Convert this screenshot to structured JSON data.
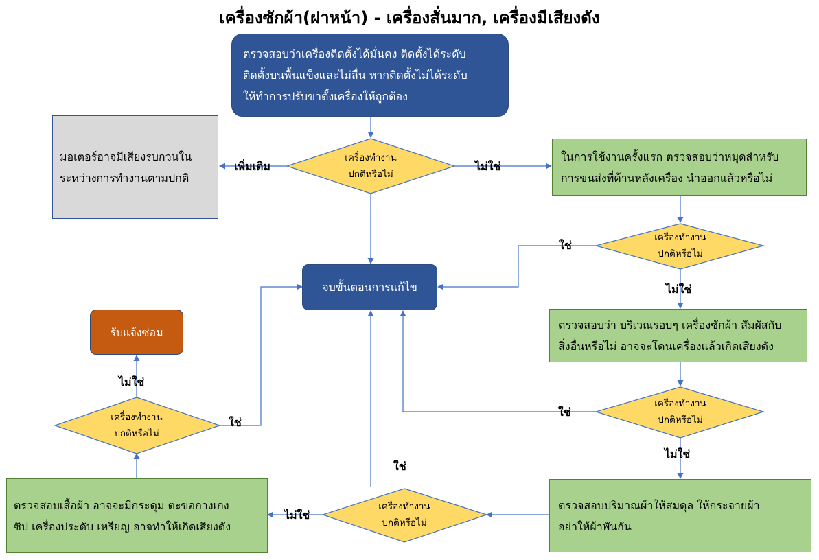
{
  "title": "เครื่องซักผ้า(ฝาหน้า) - เครื่องสั่นมาก, เครื่องมีเสียงดัง",
  "colors": {
    "blue_box": "#2f5597",
    "green_box": "#a9d18e",
    "gray_box": "#d9d9d9",
    "orange_box": "#c55a11",
    "diamond": "#ffd966",
    "connector": "#4472c4"
  },
  "nodes": {
    "start": {
      "lines": [
        "ตรวจสอบว่าเครื่องติดตั้งได้มั่นคง ติดตั้งได้ระดับ",
        "ติดตั้งบนพื้นแข็งและไม่ลื่น หากติดตั้งไม่ได้ระดับ",
        "ให้ทำการปรับขาตั้งเครื่องให้ถูกต้อง"
      ]
    },
    "motor_note": {
      "lines": [
        "มอเตอร์อาจมีเสียงรบกวนใน",
        "ระหว่างการทำงานตามปกติ"
      ]
    },
    "shipping_bolts": {
      "lines": [
        "ในการใช้งานครั้งแรก ตรวจสอบว่าหมุดสำหรับ",
        "การขนส่งที่ด้านหลังเครื่อง นำออกแล้วหรือไม่"
      ]
    },
    "end": {
      "text": "จบขั้นตอนการแก้ไข"
    },
    "surroundings": {
      "lines": [
        "ตรวจสอบว่า บริเวณรอบๆ เครื่องซักผ้า สัมผัสกับ",
        "สิ่งอื่นหรือไม่ อาจจะโดนเครื่องแล้วเกิดเสียงดัง"
      ]
    },
    "service": {
      "text": "รับแจ้งซ่อม"
    },
    "load_balance": {
      "lines": [
        "ตรวจสอบปริมาณผ้าให้สมดุล ให้กระจายผ้า",
        "อย่าให้ผ้าพันกัน"
      ]
    },
    "clothes_check": {
      "lines": [
        "ตรวจสอบเสื้อผ้า อาจจะมีกระดุม ตะขอกางเกง",
        "ซิป เครื่องประดับ เหรียญ อาจทำให้เกิดเสียงดัง"
      ]
    }
  },
  "decisions": {
    "d1": {
      "lines": [
        "เครื่องทำงาน",
        "ปกติหรือไม่"
      ]
    },
    "d2": {
      "lines": [
        "เครื่องทำงาน",
        "ปกติหรือไม่"
      ]
    },
    "d3": {
      "lines": [
        "เครื่องทำงาน",
        "ปกติหรือไม่"
      ]
    },
    "d4": {
      "lines": [
        "เครื่องทำงาน",
        "ปกติหรือไม่"
      ]
    },
    "d5": {
      "lines": [
        "เครื่องทำงาน",
        "ปกติหรือไม่"
      ]
    }
  },
  "edge_labels": {
    "more": "เพิ่มเติม",
    "no": "ไม่ใช่",
    "yes": "ใช่"
  }
}
